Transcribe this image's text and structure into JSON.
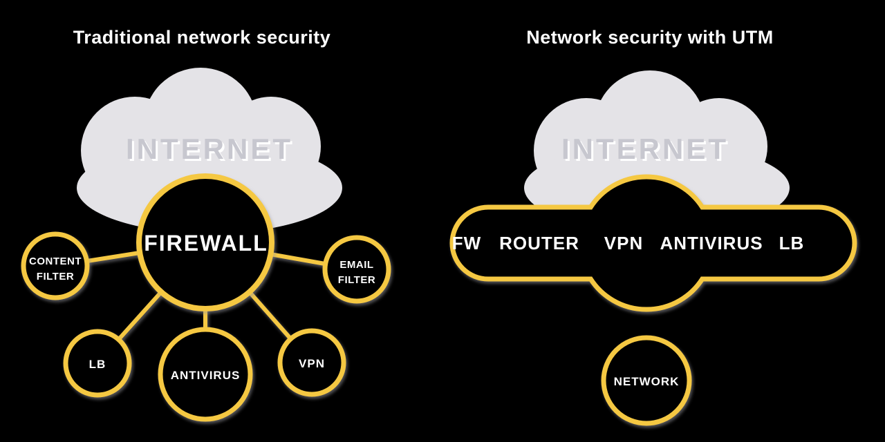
{
  "left": {
    "title": "Traditional network security",
    "cloud_label": "INTERNET",
    "center_node_label": "FIREWALL",
    "nodes": {
      "content_filter": {
        "line1": "CONTENT",
        "line2": "FILTER"
      },
      "email_filter": {
        "line1": "EMAIL",
        "line2": "FILTER"
      },
      "lb": "LB",
      "antivirus": "ANTIVIRUS",
      "vpn": "VPN"
    }
  },
  "right": {
    "title": "Network security with UTM",
    "cloud_label": "INTERNET",
    "utm_box": {
      "items": [
        "FW",
        "ROUTER",
        "VPN",
        "ANTIVIRUS",
        "LB"
      ]
    },
    "network_node_label": "NETWORK"
  },
  "colors": {
    "accent_yellow": "#F5C843",
    "cloud_gray": "#E4E3E7",
    "cloud_text_gray": "#C7C7CF",
    "background": "#000000",
    "text": "#FFFFFF"
  }
}
